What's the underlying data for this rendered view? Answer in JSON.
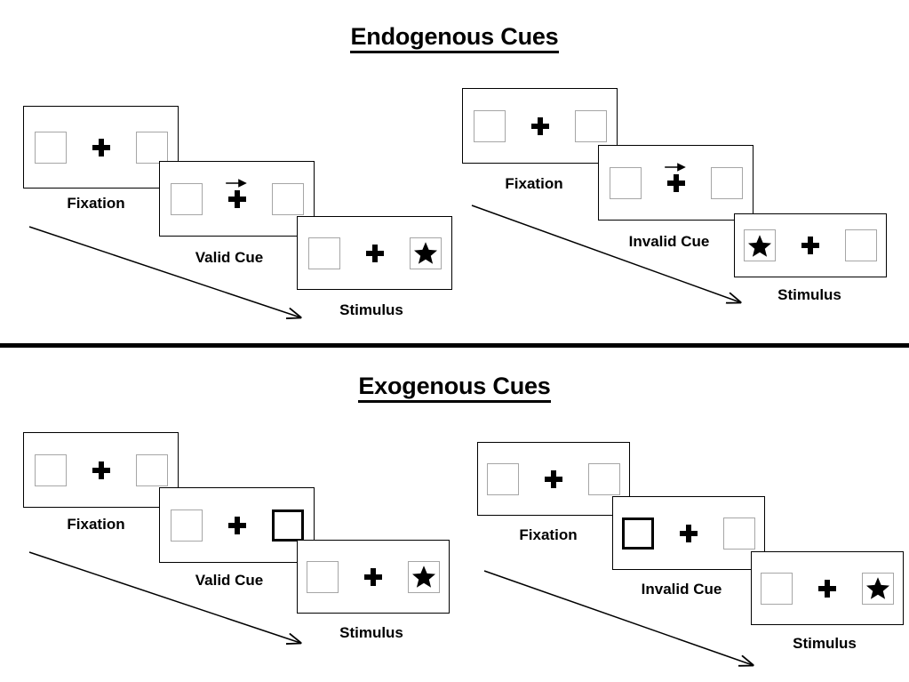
{
  "sections": [
    {
      "id": "endogenous",
      "title": "Endogenous Cues",
      "cue_type": "arrow-cue",
      "sequences": [
        {
          "id": "endogenous-valid",
          "stages": [
            {
              "label": "Fixation",
              "left_box": "empty",
              "right_box": "empty",
              "cue": "none",
              "cue_side": "none"
            },
            {
              "label": "Valid Cue",
              "left_box": "empty",
              "right_box": "empty",
              "cue": "arrow-right",
              "cue_side": "right"
            },
            {
              "label": "Stimulus",
              "left_box": "empty",
              "right_box": "star",
              "cue": "none",
              "cue_side": "none"
            }
          ]
        },
        {
          "id": "endogenous-invalid",
          "stages": [
            {
              "label": "Fixation",
              "left_box": "empty",
              "right_box": "empty",
              "cue": "none",
              "cue_side": "none"
            },
            {
              "label": "Invalid Cue",
              "left_box": "empty",
              "right_box": "empty",
              "cue": "arrow-right",
              "cue_side": "right"
            },
            {
              "label": "Stimulus",
              "left_box": "star",
              "right_box": "empty",
              "cue": "none",
              "cue_side": "none"
            }
          ]
        }
      ]
    },
    {
      "id": "exogenous",
      "title": "Exogenous Cues",
      "cue_type": "box-flash-cue",
      "sequences": [
        {
          "id": "exogenous-valid",
          "stages": [
            {
              "label": "Fixation",
              "left_box": "empty",
              "right_box": "empty",
              "cue": "none",
              "cue_side": "none"
            },
            {
              "label": "Valid Cue",
              "left_box": "empty",
              "right_box": "cued",
              "cue": "box-flash",
              "cue_side": "right"
            },
            {
              "label": "Stimulus",
              "left_box": "empty",
              "right_box": "star",
              "cue": "none",
              "cue_side": "none"
            }
          ]
        },
        {
          "id": "exogenous-invalid",
          "stages": [
            {
              "label": "Fixation",
              "left_box": "empty",
              "right_box": "empty",
              "cue": "none",
              "cue_side": "none"
            },
            {
              "label": "Invalid Cue",
              "left_box": "cued",
              "right_box": "empty",
              "cue": "box-flash",
              "cue_side": "left"
            },
            {
              "label": "Stimulus",
              "left_box": "empty",
              "right_box": "star",
              "cue": "none",
              "cue_side": "none"
            }
          ]
        }
      ]
    },
    {
      "id": "divider",
      "title": ""
    }
  ],
  "icons": {
    "fixation_cross": "fixation-cross-icon",
    "target_star": "star-icon",
    "arrow_cue": "arrow-right-icon",
    "sequence_arrow": "time-flow-arrow-icon"
  },
  "colors": {
    "ink": "#000000",
    "box_border": "#a6a6a6",
    "cued_box_border": "#000000",
    "panel_border": "#000000",
    "background": "#ffffff"
  },
  "stage_names": {
    "fixation": "Fixation",
    "valid_cue": "Valid Cue",
    "invalid_cue": "Invalid Cue",
    "stimulus": "Stimulus"
  }
}
